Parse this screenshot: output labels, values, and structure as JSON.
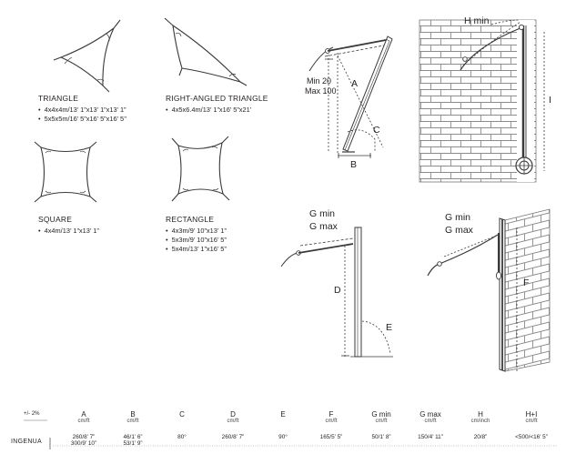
{
  "shapes": {
    "triangle": {
      "title": "TRIANGLE",
      "sizes": [
        "4x4x4m/13’ 1”x13’ 1”x13’ 1”",
        "5x5x5m/16’ 5”x16’ 5”x16’ 5’’"
      ]
    },
    "right_triangle": {
      "title": "RIGHT-ANGLED TRIANGLE",
      "sizes": [
        "4x5x6.4m/13’ 1”x16’ 5”x21’"
      ]
    },
    "square": {
      "title": "SQUARE",
      "sizes": [
        "4x4m/13’ 1”x13’ 1”"
      ]
    },
    "rectangle": {
      "title": "RECTANGLE",
      "sizes": [
        "4x3m/9’ 10”x13’ 1”",
        "5x3m/9’ 10”x16’ 5”",
        "5x4m/13’ 1”x16’ 5”"
      ]
    }
  },
  "diagrams": {
    "pole_tilt": {
      "min": "Min 20",
      "max": "Max 100",
      "a": "A",
      "b": "B",
      "c": "C"
    },
    "wall_top": {
      "h": "H min",
      "i": "I"
    },
    "pole_straight": {
      "gmin": "G min",
      "gmax": "G max",
      "d": "D",
      "e": "E"
    },
    "wall_side": {
      "gmin": "G min",
      "gmax": "G max",
      "f": "F"
    }
  },
  "table": {
    "tolerance": "+/- 2%",
    "row_label": "INGENUA",
    "columns": [
      {
        "head": "A",
        "unit": "cm/ft",
        "values": [
          "260/8’ 7”",
          "300/9’ 10”"
        ]
      },
      {
        "head": "B",
        "unit": "cm/ft",
        "values": [
          "46/1’ 6”",
          "53/1’ 9”"
        ]
      },
      {
        "head": "C",
        "unit": "",
        "values": [
          "80°"
        ]
      },
      {
        "head": "D",
        "unit": "cm/ft",
        "values": [
          "260/8’ 7”"
        ]
      },
      {
        "head": "E",
        "unit": "",
        "values": [
          "90°"
        ]
      },
      {
        "head": "F",
        "unit": "cm/ft",
        "values": [
          "165/5’ 5”"
        ]
      },
      {
        "head": "G min",
        "unit": "cm/ft",
        "values": [
          "50/1’ 8”"
        ]
      },
      {
        "head": "G max",
        "unit": "cm/ft",
        "values": [
          "150/4’ 11”"
        ]
      },
      {
        "head": "H",
        "unit": "cm/inch",
        "values": [
          "20/8”"
        ]
      },
      {
        "head": "H+I",
        "unit": "cm/ft",
        "values": [
          "<500/<16’ 5”"
        ]
      }
    ]
  }
}
